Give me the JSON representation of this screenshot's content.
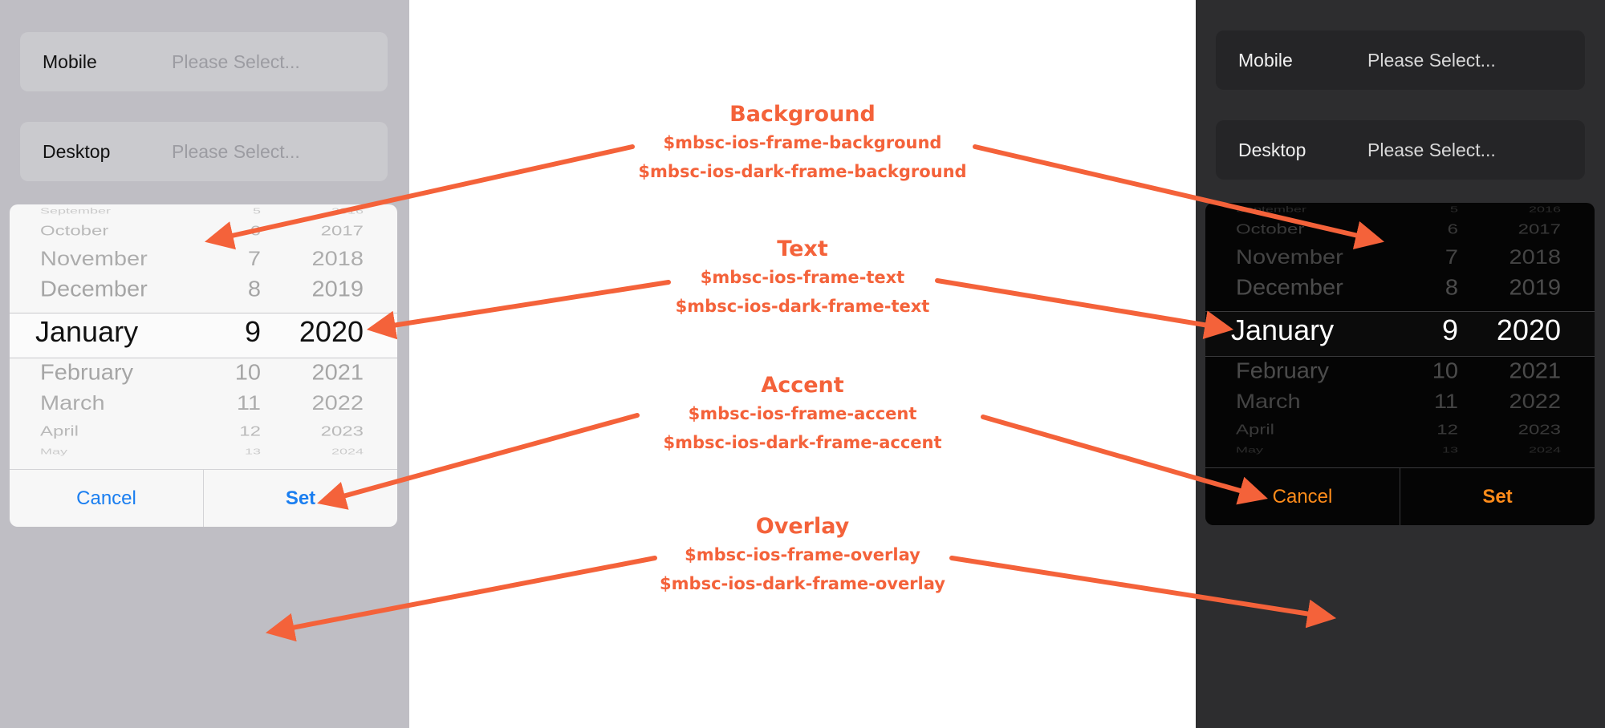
{
  "form": {
    "mobile_label": "Mobile",
    "desktop_label": "Desktop",
    "placeholder": "Please Select..."
  },
  "picker": {
    "rows": [
      {
        "month": "September",
        "day": "5",
        "year": "2016"
      },
      {
        "month": "October",
        "day": "6",
        "year": "2017"
      },
      {
        "month": "November",
        "day": "7",
        "year": "2018"
      },
      {
        "month": "December",
        "day": "8",
        "year": "2019"
      },
      {
        "month": "January",
        "day": "9",
        "year": "2020"
      },
      {
        "month": "February",
        "day": "10",
        "year": "2021"
      },
      {
        "month": "March",
        "day": "11",
        "year": "2022"
      },
      {
        "month": "April",
        "day": "12",
        "year": "2023"
      },
      {
        "month": "May",
        "day": "13",
        "year": "2024"
      }
    ],
    "selected_index": 4,
    "cancel_label": "Cancel",
    "set_label": "Set"
  },
  "themes": {
    "light": {
      "accent": "#1a7ef0",
      "text": "#111111",
      "frame": "#f7f7f7",
      "overlay": "#bfbec4"
    },
    "dark": {
      "accent": "#ff8c1a",
      "text": "#ffffff",
      "frame": "#050505",
      "overlay": "#2d2d2f"
    }
  },
  "annotations": [
    {
      "title": "Background",
      "light_var": "$mbsc-ios-frame-background",
      "dark_var": "$mbsc-ios-dark-frame-background"
    },
    {
      "title": "Text",
      "light_var": "$mbsc-ios-frame-text",
      "dark_var": "$mbsc-ios-dark-frame-text"
    },
    {
      "title": "Accent",
      "light_var": "$mbsc-ios-frame-accent",
      "dark_var": "$mbsc-ios-dark-frame-accent"
    },
    {
      "title": "Overlay",
      "light_var": "$mbsc-ios-frame-overlay",
      "dark_var": "$mbsc-ios-dark-frame-overlay"
    }
  ],
  "arrow_color": "#f4623a"
}
